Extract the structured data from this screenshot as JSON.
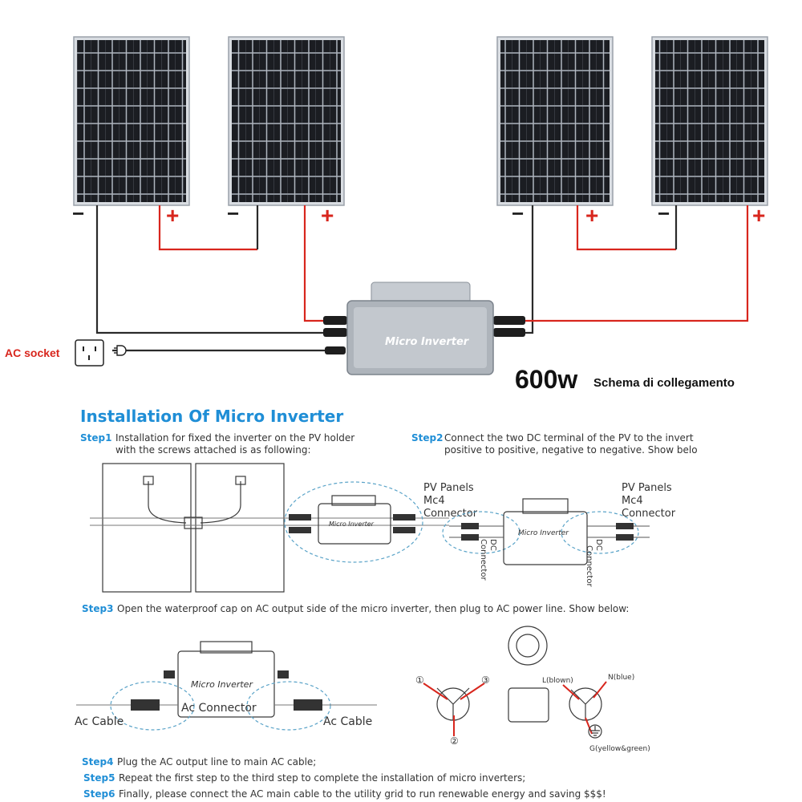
{
  "wiring": {
    "neg_sign": "−",
    "pos_sign": "+",
    "ac_socket_label": "AC socket",
    "power_value": "600w",
    "schema_label": "Schema di collegamento",
    "inverter_label": "Micro Inverter",
    "colors": {
      "positive_wire": "#d8261d",
      "negative_wire": "#2a2a2a"
    }
  },
  "install": {
    "title": "Installation Of Micro Inverter",
    "step1": {
      "label": "Step1",
      "line1": "Installation for fixed the inverter on the PV holder",
      "line2": "with the screws attached is as following:"
    },
    "step2": {
      "label": "Step2",
      "line1": "Connect the two DC terminal of the PV to the invert",
      "line2": "positive to positive, negative to negative. Show belo"
    },
    "step2_fig": {
      "left": [
        "PV Panels",
        "Mc4",
        "Connector"
      ],
      "right": [
        "PV Panels",
        "Mc4",
        "Connector"
      ],
      "dc_left": "DC",
      "dc_right": "DC",
      "conn_left": "Connector",
      "conn_right": "Connector"
    },
    "step3": {
      "label": "Step3",
      "text": "Open the waterproof cap on AC output side of the micro inverter, then plug to AC power line. Show below:"
    },
    "step3_fig": {
      "ac_cable_left": "Ac Cable",
      "ac_connector": "Ac Connector",
      "ac_cable_right": "Ac Cable",
      "pin1": "①",
      "pin2": "②",
      "pin3": "③",
      "l_label": "L(blown)",
      "n_label": "N(blue)",
      "g_label": "G(yellow&green)"
    },
    "step4": {
      "label": "Step4",
      "text": "Plug the AC output line to main AC cable;"
    },
    "step5": {
      "label": "Step5",
      "text": "Repeat the first step to the third step to complete the installation of micro inverters;"
    },
    "step6": {
      "label": "Step6",
      "text": "Finally, please connect the AC main cable to the utility grid  to run renewable energy and saving $$$!"
    }
  }
}
